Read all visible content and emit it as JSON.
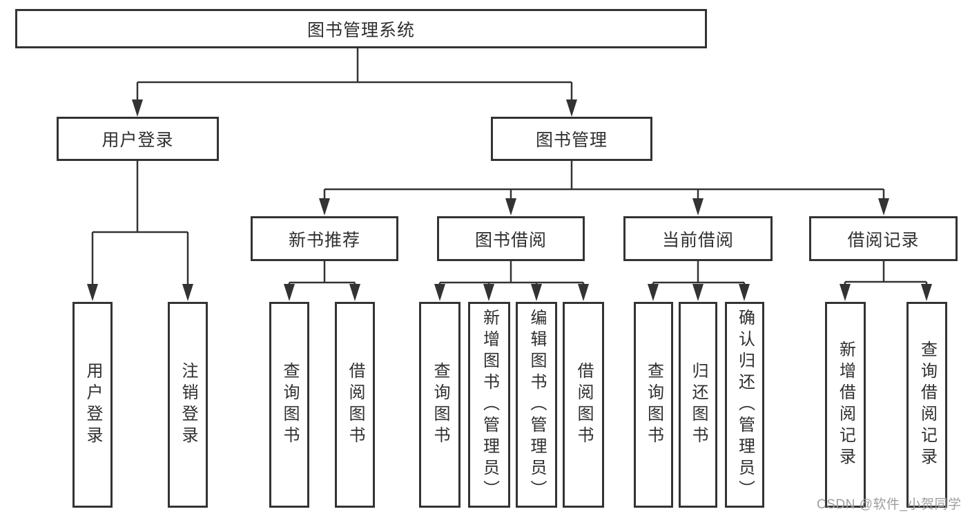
{
  "diagram": {
    "root": {
      "label": "图书管理系统"
    },
    "branches": [
      {
        "label": "用户登录",
        "children": [
          {
            "label": "用户登录"
          },
          {
            "label": "注销登录"
          }
        ]
      },
      {
        "label": "图书管理",
        "children": [
          {
            "label": "新书推荐",
            "children": [
              {
                "label": "查询图书"
              },
              {
                "label": "借阅图书"
              }
            ]
          },
          {
            "label": "图书借阅",
            "children": [
              {
                "label": "查询图书"
              },
              {
                "label": "新增图书（管理员）"
              },
              {
                "label": "编辑图书（管理员）"
              },
              {
                "label": "借阅图书"
              }
            ]
          },
          {
            "label": "当前借阅",
            "children": [
              {
                "label": "查询图书"
              },
              {
                "label": "归还图书"
              },
              {
                "label": "确认归还（管理员）"
              }
            ]
          },
          {
            "label": "借阅记录",
            "children": [
              {
                "label": "新增借阅记录"
              },
              {
                "label": "查询借阅记录"
              }
            ]
          }
        ]
      }
    ],
    "watermark": "CSDN @软件_小贺同学",
    "colors": {
      "line": "#333333",
      "text": "#2f2f2f",
      "watermark": "#9e9e9e",
      "background": "#ffffff"
    }
  }
}
